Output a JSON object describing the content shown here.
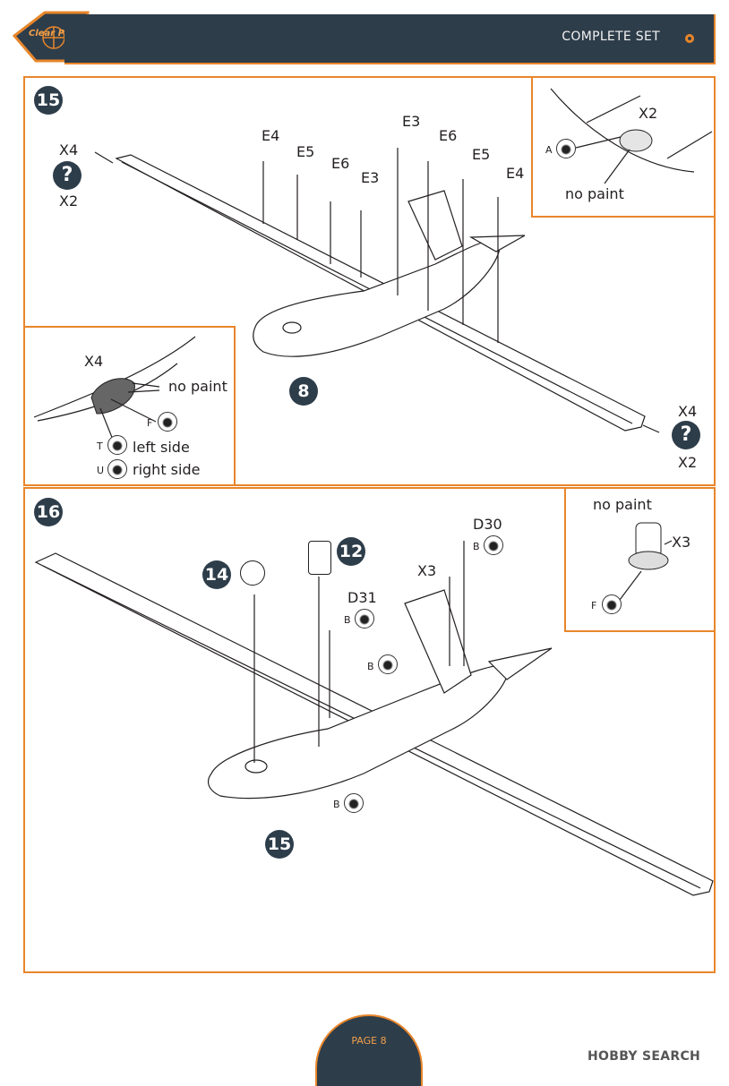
{
  "header": {
    "title": "COMPLETE SET",
    "logo_text": "Clear Prop!"
  },
  "steps": {
    "step15": {
      "number": "15",
      "callout_number": "8",
      "part_labels": [
        "E4",
        "E5",
        "E6",
        "E3",
        "E3",
        "E6",
        "E5",
        "E4"
      ],
      "left_tip": {
        "qty_top": "X4",
        "qty_bottom": "X2",
        "question": "?"
      },
      "right_tip": {
        "qty_top": "X4",
        "qty_bottom": "X2",
        "question": "?"
      },
      "inset_top": {
        "qty": "X2",
        "paint_code": "A",
        "note": "no paint"
      },
      "inset_left": {
        "qty": "X4",
        "note": "no paint",
        "paint_F": "F",
        "paint_T": "T",
        "left_text": "left side",
        "paint_U": "U",
        "right_text": "right side"
      }
    },
    "step16": {
      "number": "16",
      "callout_14": "14",
      "callout_12": "12",
      "callout_15": "15",
      "D30": "D30",
      "D30_paint": "B",
      "D31": "D31",
      "D31_paint": "B",
      "X3": "X3",
      "B_mid": "B",
      "B_low": "B",
      "inset": {
        "note": "no paint",
        "qty": "X3",
        "paint_code": "F"
      }
    }
  },
  "footer": {
    "page": "PAGE 8",
    "watermark": "HOBBY SEARCH"
  },
  "colors": {
    "accent": "#e8862a",
    "navy": "#2e3d4a"
  }
}
